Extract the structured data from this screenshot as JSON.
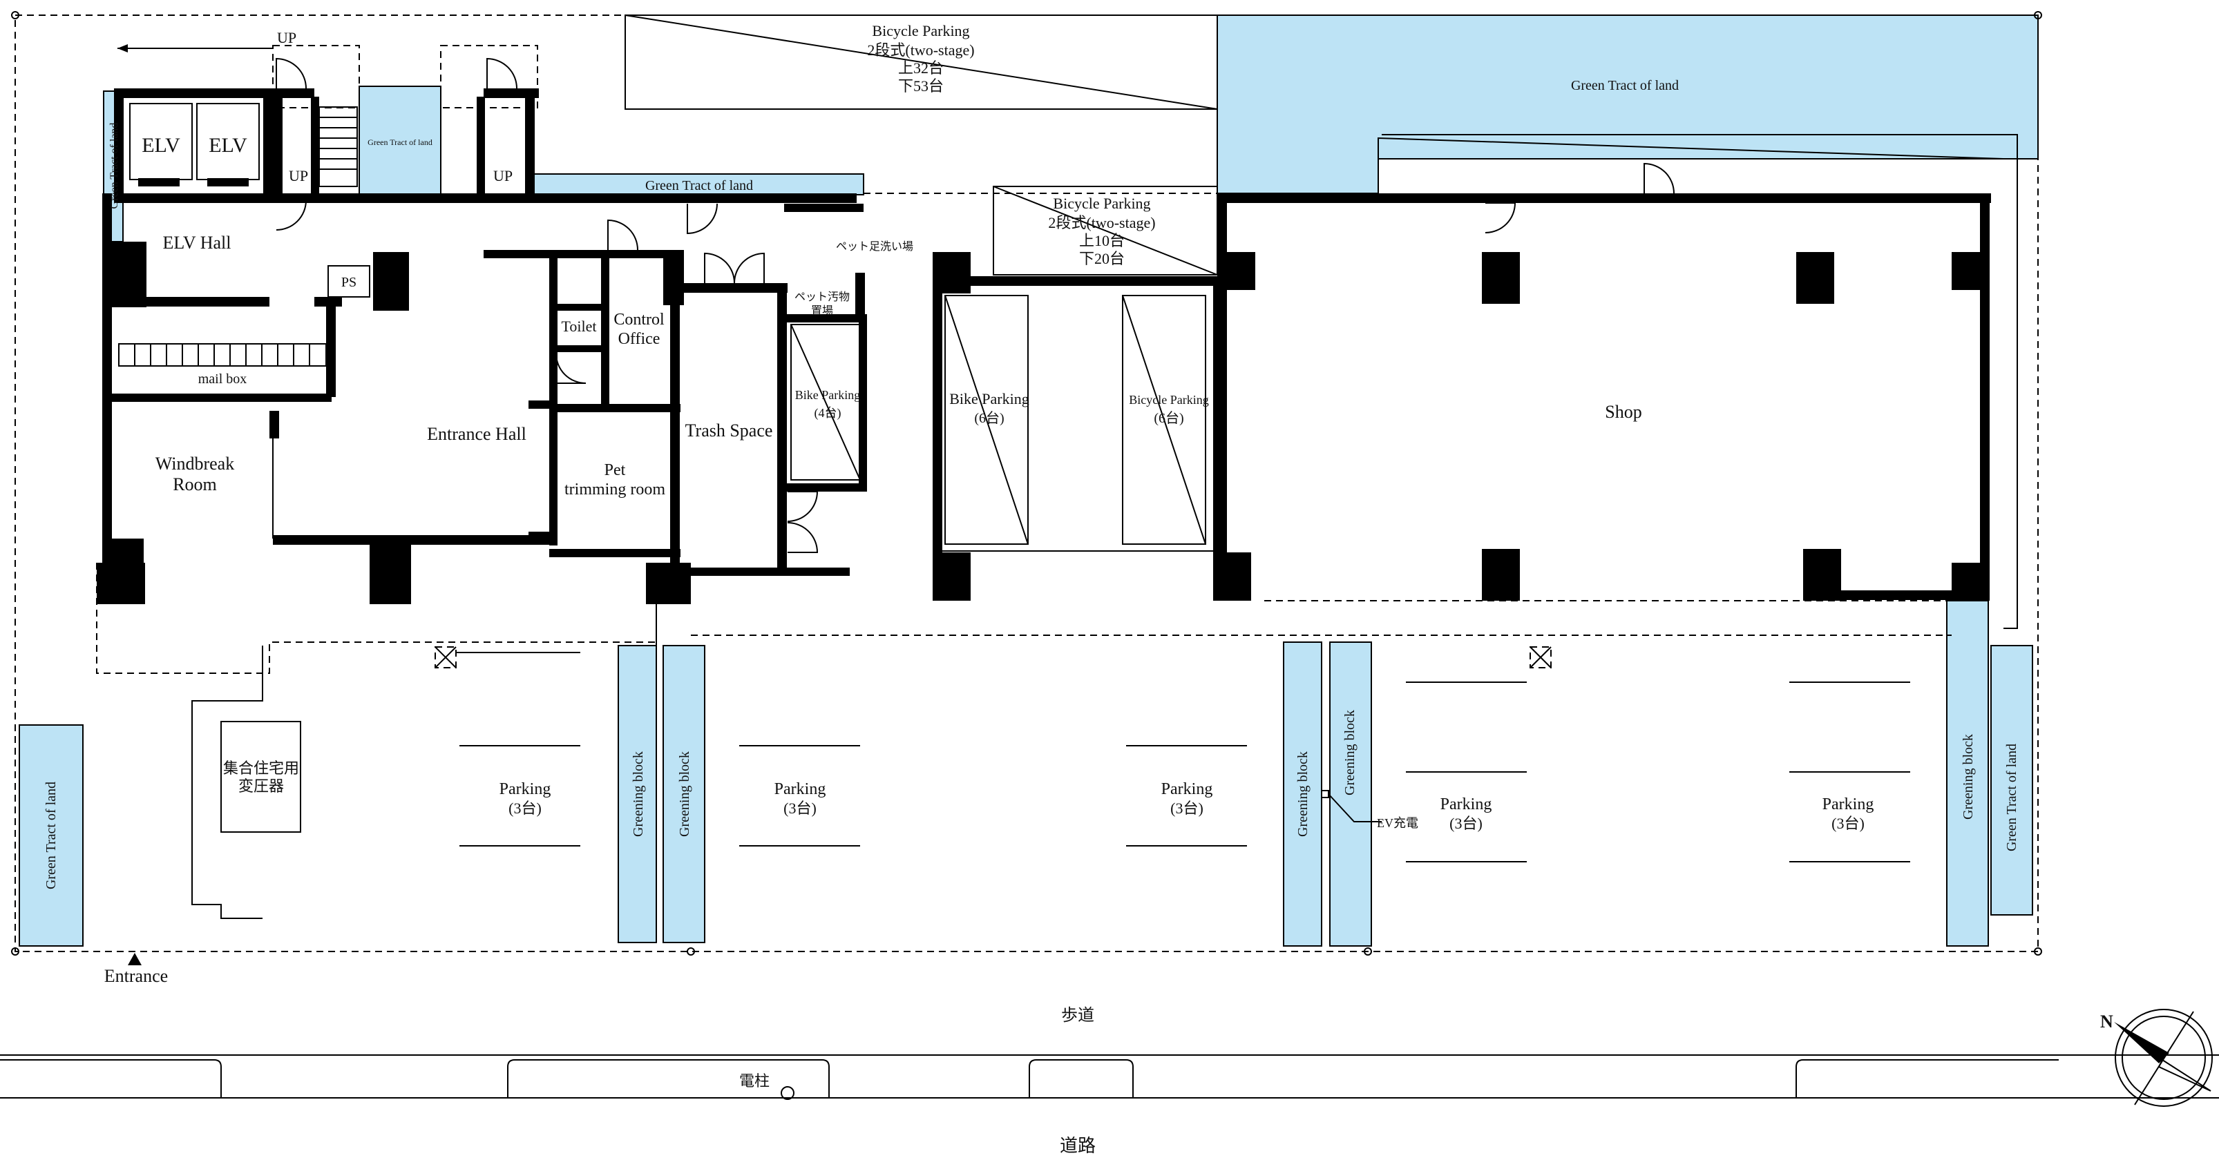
{
  "rooms": {
    "elv1": "ELV",
    "elv2": "ELV",
    "elv_hall": "ELV Hall",
    "ps": "PS",
    "mail_box": "mail box",
    "windbreak_1": "Windbreak",
    "windbreak_2": "Room",
    "entrance_hall": "Entrance Hall",
    "toilet": "Toilet",
    "control_1": "Control",
    "control_2": "Office",
    "pet_1": "Pet",
    "pet_2": "trimming room",
    "trash": "Trash Space",
    "shop": "Shop",
    "pet_wash": "ペット足洗い場",
    "pet_waste_1": "ペット汚物",
    "pet_waste_2": "置場",
    "up1": "UP",
    "up2": "UP",
    "up3": "UP"
  },
  "green": {
    "top_right": "Green Tract of land",
    "stair_center": "Green Tract of land",
    "strip": "Green Tract of land",
    "left_vertical": "Green Tract of land",
    "bottom_left": "Green Tract of land",
    "right_vertical": "Green Tract of land",
    "block_a": "Greening block",
    "block_b": "Greening block",
    "block_c": "Greening block",
    "block_d": "Greening block",
    "block_e": "Greening block"
  },
  "bicycle_top": {
    "title": "Bicycle Parking",
    "type": "2段式(two-stage)",
    "upper": "上32台",
    "lower": "下53台"
  },
  "bicycle_mid": {
    "title": "Bicycle Parking",
    "type": "2段式(two-stage)",
    "upper": "上10台",
    "lower": "下20台"
  },
  "bike_small": {
    "title": "Bike Parking",
    "count": "(4台)"
  },
  "bike_mid": {
    "title": "Bike Parking",
    "count": "(6台)"
  },
  "bicycle_small": {
    "title": "Bicycle Parking",
    "count": "(6台)"
  },
  "parking": [
    {
      "label": "Parking",
      "count": "(3台)"
    },
    {
      "label": "Parking",
      "count": "(3台)"
    },
    {
      "label": "Parking",
      "count": "(3台)"
    },
    {
      "label": "Parking",
      "count": "(3台)"
    },
    {
      "label": "Parking",
      "count": "(3台)"
    }
  ],
  "transformer": {
    "line1": "集合住宅用",
    "line2": "変圧器"
  },
  "ev": "EV充電",
  "entrance": "Entrance",
  "sidewalk": "歩道",
  "road": "道路",
  "pole": "電柱"
}
